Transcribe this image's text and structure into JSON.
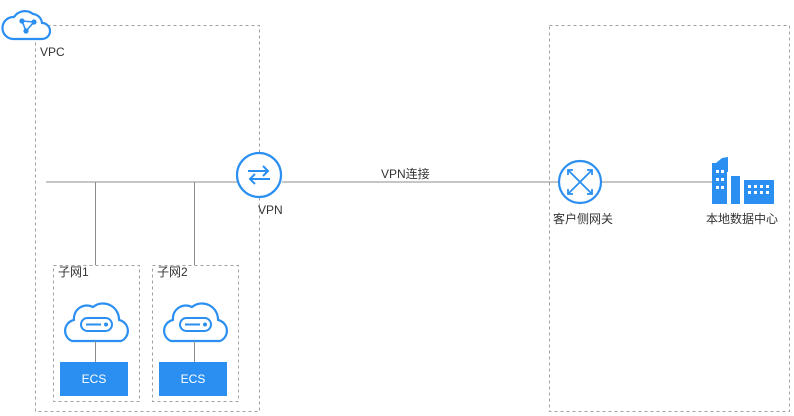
{
  "vpc": {
    "label": "VPC"
  },
  "subnets": [
    {
      "label": "子网1",
      "server_label": "ECS"
    },
    {
      "label": "子网2",
      "server_label": "ECS"
    }
  ],
  "vpn": {
    "label": "VPN"
  },
  "connection": {
    "label": "VPN连接"
  },
  "customer_gateway": {
    "label": "客户侧网关"
  },
  "datacenter": {
    "label": "本地数据中心"
  },
  "colors": {
    "accent": "#2a8ff0",
    "line": "#8c8c8c",
    "dashed": "#a0a0a0",
    "text": "#333333"
  }
}
